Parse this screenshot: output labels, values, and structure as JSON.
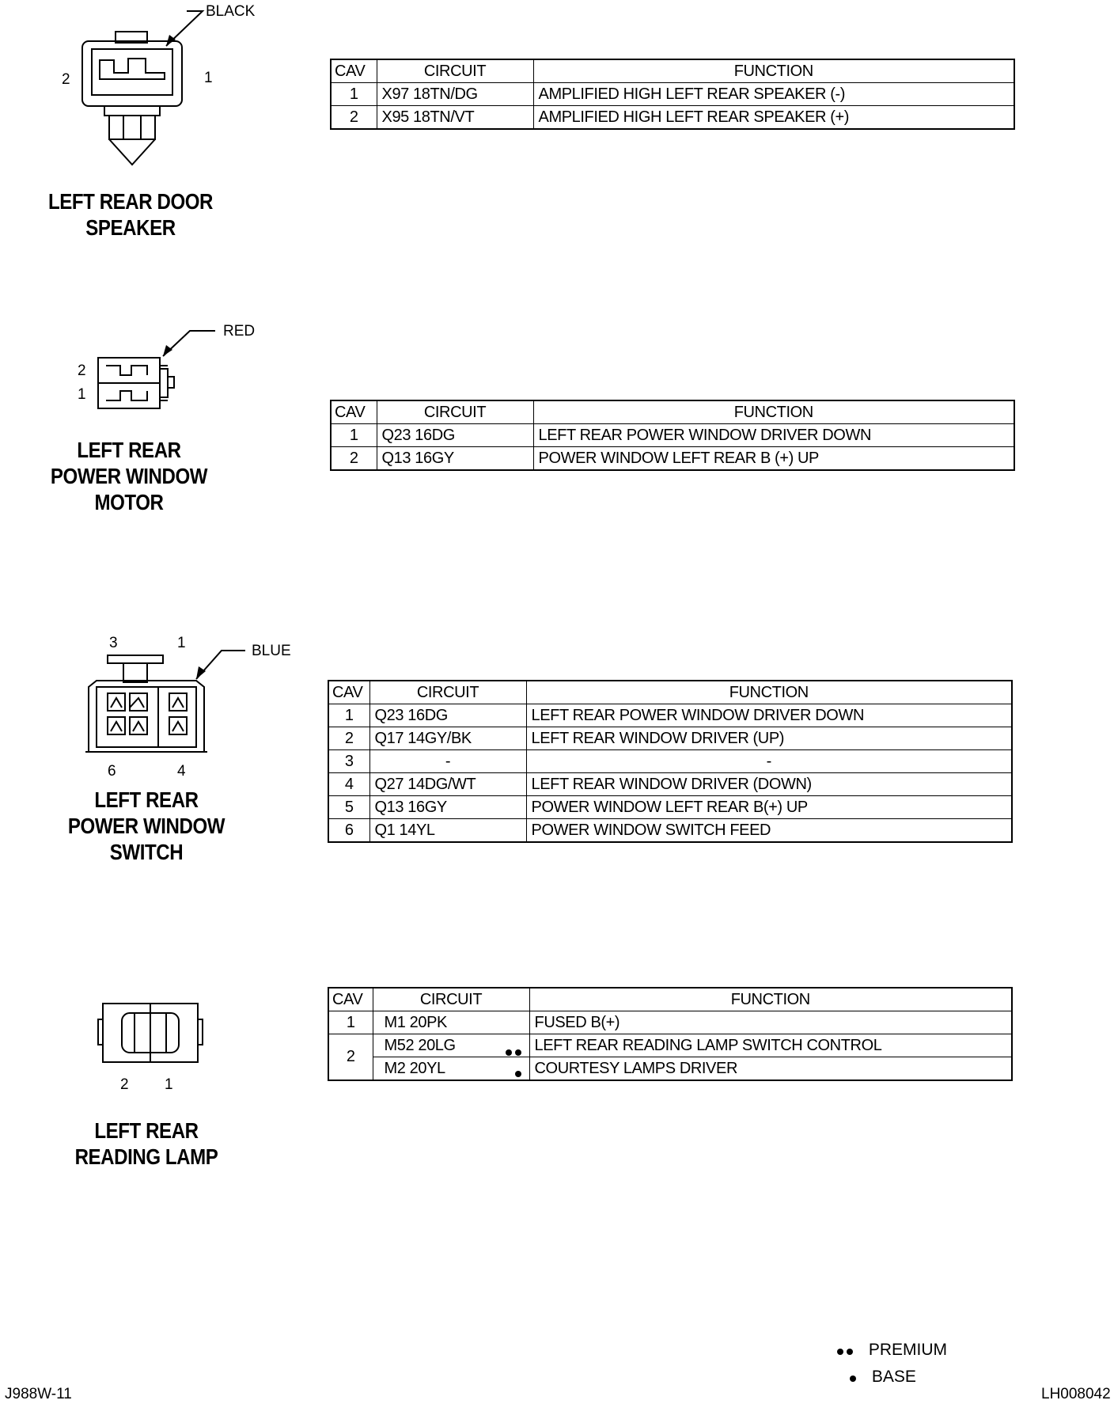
{
  "connectors": [
    {
      "title_lines": [
        "LEFT REAR DOOR",
        "SPEAKER"
      ],
      "color": "BLACK",
      "cavity_labels": [
        "2",
        "1"
      ],
      "table": {
        "headers": [
          "CAV",
          "CIRCUIT",
          "FUNCTION"
        ],
        "rows": [
          {
            "cav": "1",
            "circuit": "X97 18TN/DG",
            "function": "AMPLIFIED HIGH LEFT REAR SPEAKER (-)"
          },
          {
            "cav": "2",
            "circuit": "X95 18TN/VT",
            "function": "AMPLIFIED HIGH LEFT REAR SPEAKER (+)"
          }
        ]
      }
    },
    {
      "title_lines": [
        "LEFT REAR",
        "POWER WINDOW",
        "MOTOR"
      ],
      "color": "RED",
      "cavity_labels": [
        "2",
        "1"
      ],
      "table": {
        "headers": [
          "CAV",
          "CIRCUIT",
          "FUNCTION"
        ],
        "rows": [
          {
            "cav": "1",
            "circuit": "Q23 16DG",
            "function": "LEFT REAR POWER WINDOW DRIVER DOWN"
          },
          {
            "cav": "2",
            "circuit": "Q13 16GY",
            "function": "POWER WINDOW LEFT REAR B (+) UP"
          }
        ]
      }
    },
    {
      "title_lines": [
        "LEFT REAR",
        "POWER WINDOW",
        "SWITCH"
      ],
      "color": "BLUE",
      "cavity_labels": [
        "3",
        "1",
        "6",
        "4"
      ],
      "table": {
        "headers": [
          "CAV",
          "CIRCUIT",
          "FUNCTION"
        ],
        "rows": [
          {
            "cav": "1",
            "circuit": "Q23 16DG",
            "function": "LEFT REAR POWER WINDOW DRIVER DOWN"
          },
          {
            "cav": "2",
            "circuit": "Q17 14GY/BK",
            "function": "LEFT REAR WINDOW DRIVER (UP)"
          },
          {
            "cav": "3",
            "circuit": "-",
            "function": "-"
          },
          {
            "cav": "4",
            "circuit": "Q27 14DG/WT",
            "function": "LEFT REAR WINDOW DRIVER (DOWN)"
          },
          {
            "cav": "5",
            "circuit": "Q13 16GY",
            "function": "POWER WINDOW LEFT REAR B(+) UP"
          },
          {
            "cav": "6",
            "circuit": "Q1 14YL",
            "function": "POWER WINDOW SWITCH FEED"
          }
        ]
      }
    },
    {
      "title_lines": [
        "LEFT REAR",
        "READING LAMP"
      ],
      "cavity_labels": [
        "2",
        "1"
      ],
      "table": {
        "headers": [
          "CAV",
          "CIRCUIT",
          "FUNCTION"
        ],
        "rows": [
          {
            "cav": "1",
            "circuit": "M1 20PK",
            "marker": "",
            "function": "FUSED B(+)"
          },
          {
            "cav": "2",
            "circuit": "M52 20LG",
            "marker": "premium",
            "function": "LEFT REAR READING LAMP SWITCH CONTROL"
          },
          {
            "cav": "",
            "circuit": "M2 20YL",
            "marker": "base",
            "function": "COURTESY LAMPS DRIVER"
          }
        ]
      }
    }
  ],
  "legend": [
    {
      "symbol": "double-dot",
      "label": "PREMIUM"
    },
    {
      "symbol": "single-dot",
      "label": "BASE"
    }
  ],
  "footer": {
    "left": "J988W-11",
    "right": "LH008042"
  }
}
